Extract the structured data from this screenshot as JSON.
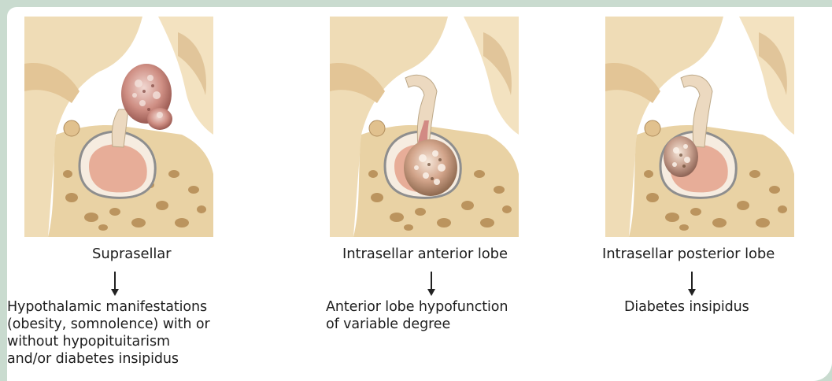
{
  "figures": [
    {
      "caption": "Suprasellar",
      "description": [
        "Hypothalamic manifestations",
        "(obesity, somnolence) with or",
        "without hypopituitarism",
        "and/or diabetes insipidus"
      ]
    },
    {
      "caption": "Intrasellar anterior lobe",
      "description": [
        "Anterior lobe hypofunction",
        "of variable degree"
      ]
    },
    {
      "caption": "Intrasellar posterior lobe",
      "description": [
        "Diabetes insipidus"
      ]
    }
  ],
  "colors": {
    "frame": "#c9dbcf",
    "bone": "#eedcb4",
    "bone_dark": "#b89660",
    "gland": "#eab19c",
    "tumor": "#c98a7c"
  }
}
